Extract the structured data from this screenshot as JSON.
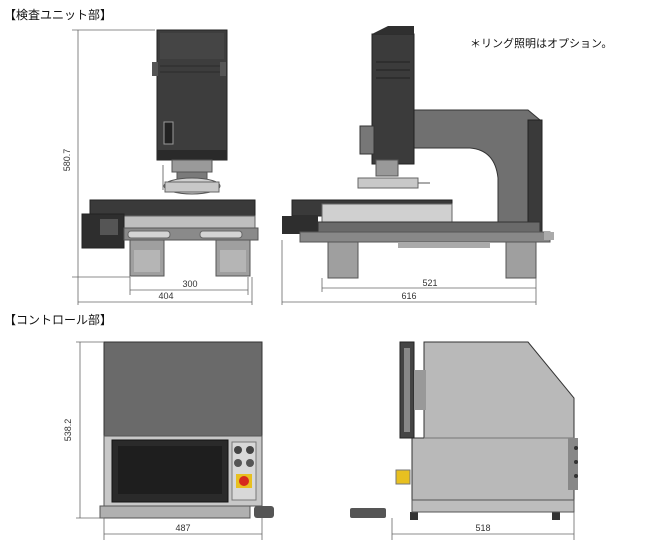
{
  "sections": {
    "inspection_unit": "【検査ユニット部】",
    "control_unit": "【コントロール部】"
  },
  "note": "＊リング照明はオプション。",
  "dimensions": {
    "inspection_front_height": "580.7",
    "inspection_front_inner_width": "300",
    "inspection_front_width": "404",
    "inspection_side_inner_width": "521",
    "inspection_side_width": "616",
    "control_front_height": "538.2",
    "control_front_width": "487",
    "control_side_width": "518"
  },
  "colors": {
    "dark_body": "#3a3a3a",
    "granite": "#6e6e6e",
    "light_gray": "#b8b8b8",
    "dim_line": "#555555",
    "estop_red": "#d62a1e",
    "estop_yellow": "#e8c020"
  }
}
